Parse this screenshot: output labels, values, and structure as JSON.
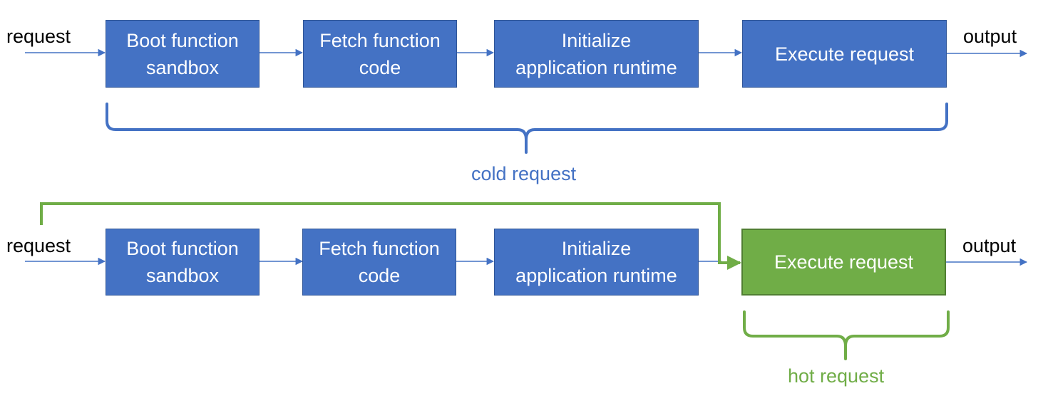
{
  "colors": {
    "box_blue": "#4472c4",
    "box_blue_border": "#2f5597",
    "box_green": "#70ad47",
    "box_green_border": "#507e32",
    "cold_brace": "#4472c4",
    "hot_brace": "#70ad47",
    "connector": "#4472c4"
  },
  "cold_flow": {
    "input_label": "request",
    "output_label": "output",
    "steps": [
      "Boot function\nsandbox",
      "Fetch function\ncode",
      "Initialize\napplication runtime",
      "Execute request"
    ],
    "caption": "cold request"
  },
  "hot_flow": {
    "input_label": "request",
    "output_label": "output",
    "steps": [
      "Boot function\nsandbox",
      "Fetch function\ncode",
      "Initialize\napplication runtime",
      "Execute request"
    ],
    "caption": "hot request"
  }
}
